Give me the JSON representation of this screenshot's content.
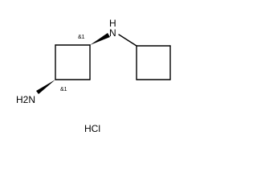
{
  "structure": {
    "atoms": {
      "amine_left": "H2N",
      "amine_right": "N",
      "amine_right_h": "H"
    },
    "stereo_labels": {
      "top": "&1",
      "bottom": "&1"
    },
    "salt": "HCl"
  }
}
